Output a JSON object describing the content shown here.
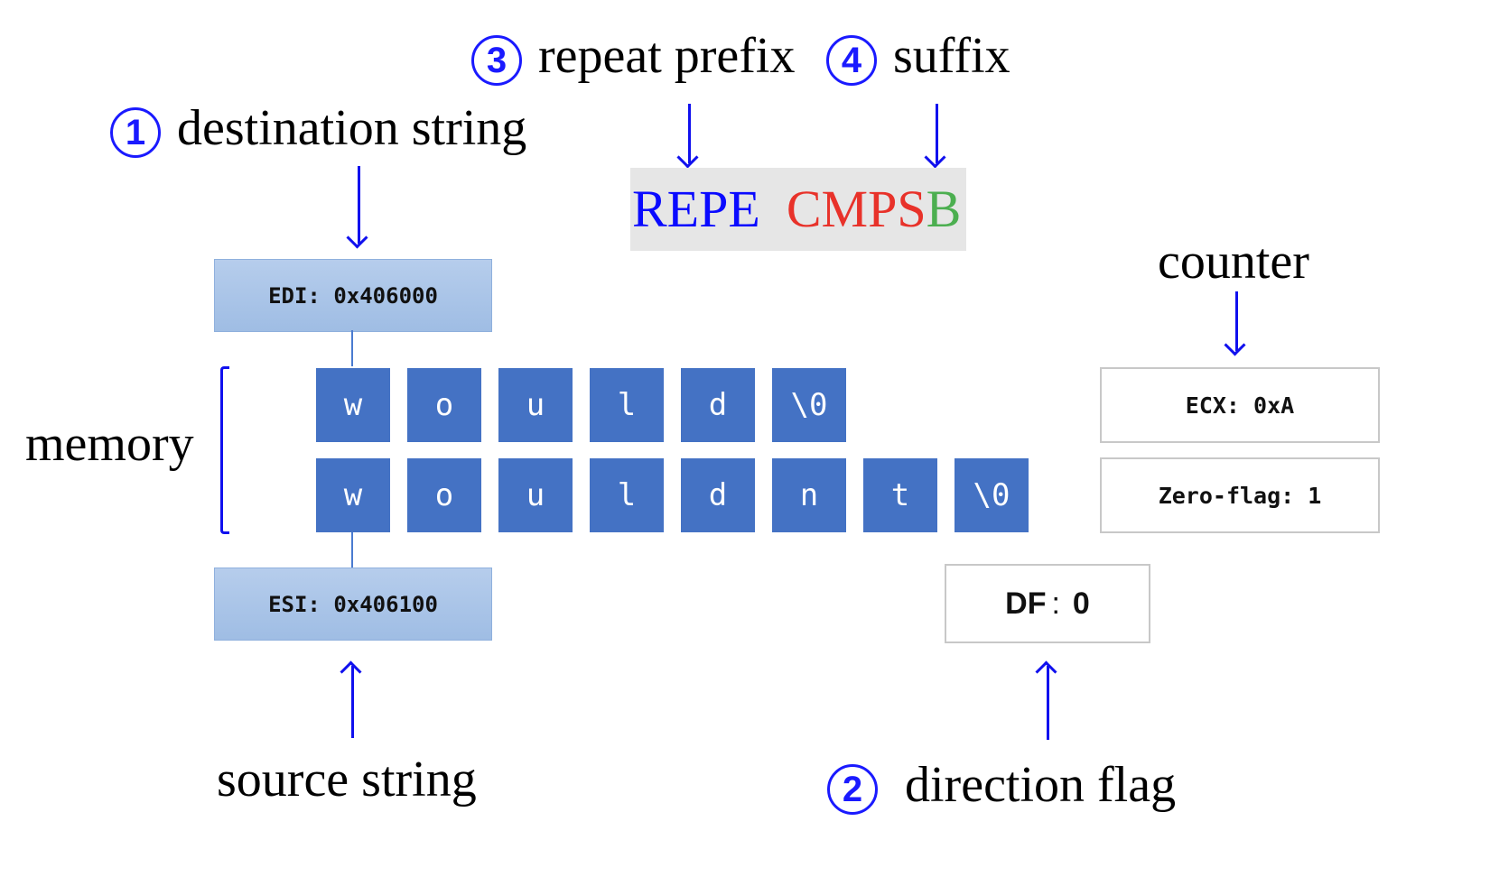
{
  "annotations": {
    "destination": {
      "number": "1",
      "text": "destination string"
    },
    "direction": {
      "number": "2",
      "text": "direction flag"
    },
    "repeat_prefix": {
      "number": "3",
      "text": "repeat prefix"
    },
    "suffix": {
      "number": "4",
      "text": "suffix"
    },
    "counter": "counter",
    "source": "source string",
    "memory": "memory"
  },
  "instruction": {
    "prefix": "REPE",
    "mnemonic_base": "CMPS",
    "mnemonic_suffix": "B",
    "colors": {
      "prefix": "#0a0aff",
      "base": "#e8322a",
      "suffix": "#4caf50"
    }
  },
  "registers": {
    "edi": "EDI: 0x406000",
    "esi": "ESI: 0x406100",
    "ecx": "ECX: 0xA",
    "zero_flag": "Zero-flag: 1",
    "df_label": "DF",
    "df_sep": ":",
    "df_value": "0"
  },
  "memory": {
    "destination_chars": [
      "w",
      "o",
      "u",
      "l",
      "d",
      "\\0"
    ],
    "source_chars": [
      "w",
      "o",
      "u",
      "l",
      "d",
      "n",
      "t",
      "\\0"
    ]
  },
  "colors": {
    "cell": "#4472c4",
    "arrow": "#1010ee",
    "number": "#1a1aff"
  }
}
